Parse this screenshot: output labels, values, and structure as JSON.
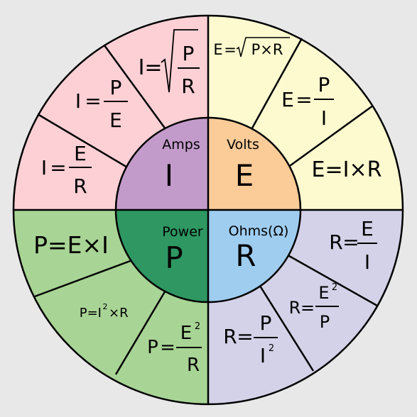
{
  "colors": {
    "background": "#e8e8e8",
    "current_outer": "#fdd0d5",
    "voltage_outer": "#fdfad0",
    "resistance_outer": "#d3d2e8",
    "power_outer": "#a8d495",
    "current_inner": "#c39bcb",
    "voltage_inner": "#fbcb98",
    "resistance_inner": "#9fcdf0",
    "power_inner": "#2e9762",
    "stroke": "#000000"
  },
  "quadrants": {
    "current": {
      "name": "Amps",
      "symbol": "I"
    },
    "voltage": {
      "name": "Volts",
      "symbol": "E"
    },
    "resistance": {
      "name": "Ohms(Ω)",
      "symbol": "R"
    },
    "power": {
      "name": "Power",
      "symbol": "P"
    }
  },
  "formulas": {
    "I_sqrt": {
      "lhs": "I",
      "eq": "=",
      "num": "P",
      "den": "R"
    },
    "I_PE": {
      "lhs": "I",
      "eq": "=",
      "num": "P",
      "den": "E"
    },
    "I_ER": {
      "lhs": "I",
      "eq": "=",
      "num": "E",
      "den": "R"
    },
    "E_sqrt": {
      "lhs": "E",
      "eq": "=",
      "rad": "P×R"
    },
    "E_PI": {
      "lhs": "E",
      "eq": "=",
      "num": "P",
      "den": "I"
    },
    "E_IR": {
      "text": "E=I×R"
    },
    "R_EI": {
      "lhs": "R",
      "eq": "=",
      "num": "E",
      "den": "I"
    },
    "R_E2P": {
      "lhs": "R",
      "eq": "=",
      "num": "E",
      "num_exp": "2",
      "den": "P"
    },
    "R_PI2": {
      "lhs": "R",
      "eq": "=",
      "num": "P",
      "den": "I",
      "den_exp": "2"
    },
    "P_EI": {
      "text": "P=E×I"
    },
    "P_I2R": {
      "a": "P=I",
      "exp": "2",
      "b": "×R"
    },
    "P_E2R": {
      "lhs": "P",
      "eq": "=",
      "num": "E",
      "num_exp": "2",
      "den": "R"
    }
  }
}
